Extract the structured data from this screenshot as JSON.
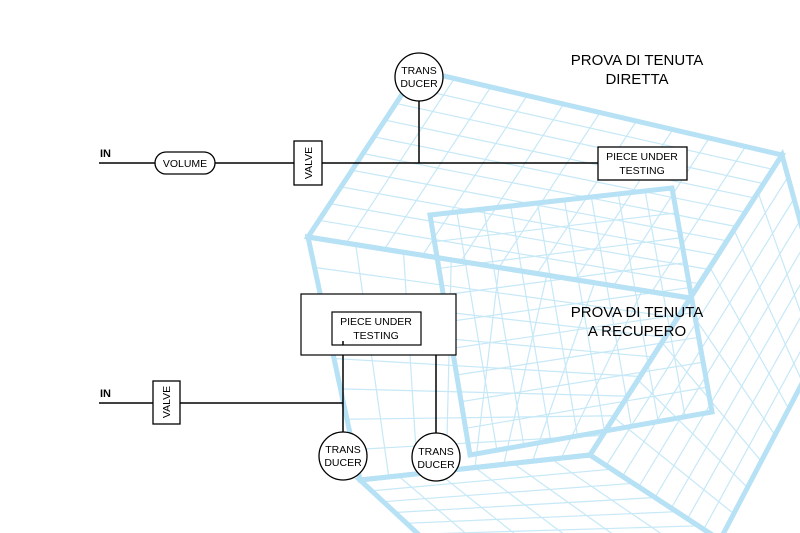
{
  "titles": {
    "direct_line1": "PROVA DI TENUTA",
    "direct_line2": "DIRETTA",
    "recovery_line1": "PROVA DI TENUTA",
    "recovery_line2": "A RECUPERO"
  },
  "top_circuit": {
    "in_label": "IN",
    "volume_label": "VOLUME",
    "valve_label": "VALVE",
    "transducer_line1": "TRANS",
    "transducer_line2": "DUCER",
    "piece_line1": "PIECE UNDER",
    "piece_line2": "TESTING"
  },
  "bottom_circuit": {
    "in_label": "IN",
    "valve_label": "VALVE",
    "piece_line1": "PIECE UNDER",
    "piece_line2": "TESTING",
    "transducer_a_line1": "TRANS",
    "transducer_a_line2": "DUCER",
    "transducer_b_line1": "TRANS",
    "transducer_b_line2": "DUCER"
  },
  "colors": {
    "background": "#ffffff",
    "line": "#000000",
    "grid_frame": "#b7e1f4",
    "grid_fine": "#c6e8f7"
  }
}
